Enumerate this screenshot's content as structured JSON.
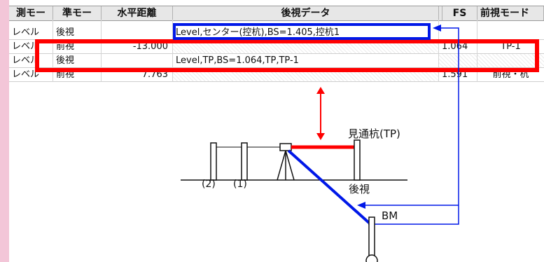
{
  "columns": [
    "測モー",
    "準モー",
    "水平距離",
    "後視データ",
    "",
    "FS",
    "前視モード"
  ],
  "rows": [
    {
      "measure_mode": "レベル",
      "mode": "後視",
      "distance": "",
      "backsight": "Level,センター(控杭),BS=1.405,控杭1",
      "fs": "",
      "fore_mode": ""
    },
    {
      "measure_mode": "レベル",
      "mode": "前視",
      "distance": "-13.000",
      "backsight": "",
      "fs": "1.064",
      "fore_mode": "TP-1"
    },
    {
      "measure_mode": "レベル",
      "mode": "後視",
      "distance": "",
      "backsight": "Level,TP,BS=1.064,TP,TP-1",
      "fs": "",
      "fore_mode": ""
    },
    {
      "measure_mode": "レベル",
      "mode": "前視",
      "distance": "7.763",
      "backsight": "",
      "fs": "1.591",
      "fore_mode": "前視・杭"
    }
  ],
  "diagram": {
    "tp_label": "見通杭(TP)",
    "pile2_label": "(2)",
    "pile1_label": "(1)",
    "backsight_label": "後視",
    "bm_label": "BM"
  },
  "colors": {
    "highlight_red": "#ff0000",
    "highlight_blue": "#0018e8",
    "left_bar": "#f3c6d8"
  }
}
